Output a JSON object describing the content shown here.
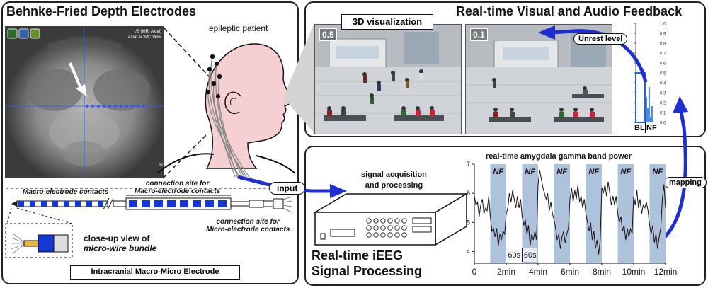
{
  "left_panel": {
    "title": "Behnke-Fried Depth Electrodes",
    "mri_overlay_line1": "I/S (MR; Axial)",
    "mri_overlay_line2": "Axial AC/PC View",
    "patient_label": "epileptic patient",
    "macro_contacts_label": "Macro-electrode contacts",
    "connection_macro_line1": "connection site for",
    "connection_macro_line2": "Macro-electrode contacts",
    "connection_micro_line1": "connection site for",
    "connection_micro_line2": "Micro-electrode contacts",
    "closeup_line1": "close-up view of",
    "closeup_line2": "micro-wire bundle",
    "caption": "Intracranial Macro-Micro Electrode"
  },
  "right_top_panel": {
    "title": "Real-time Visual and Audio Feedback",
    "viz_label": "3D visualization",
    "scene1_value": "0.5",
    "scene2_value": "0.1",
    "unrest_label": "Unrest level",
    "bar_ticks": [
      "1.0",
      "0.9",
      "0.8",
      "0.7",
      "0.6",
      "0.5",
      "0.4",
      "0.3",
      "0.2",
      "0.1",
      "0.0"
    ],
    "bl_label": "BL",
    "nf_label": "NF"
  },
  "right_bottom_panel": {
    "title_line1": "Real-time iEEG",
    "title_line2": "Signal Processing",
    "acq_line1": "signal acquisition",
    "acq_line2": "and processing",
    "input_label": "input",
    "mapping_label": "mapping"
  },
  "chart_data": {
    "type": "line",
    "title": "real-time amygdala gamma band power",
    "xlabel": "",
    "ylabel": "",
    "xlim": [
      0,
      12
    ],
    "ylim": [
      3.6,
      7
    ],
    "x_ticks": [
      "0",
      "2min",
      "4min",
      "6min",
      "8min",
      "10min",
      "12min"
    ],
    "y_ticks": [
      "4",
      "5",
      "6",
      "7"
    ],
    "nf_blocks": [
      [
        1,
        2
      ],
      [
        3,
        4
      ],
      [
        5,
        6
      ],
      [
        7,
        8
      ],
      [
        9,
        10
      ],
      [
        11,
        12
      ]
    ],
    "nf_block_label": "NF",
    "duration_labels": [
      "60s",
      "60s"
    ],
    "series": [
      {
        "values": [
          [
            0,
            5.9
          ],
          [
            0.1,
            5.6
          ],
          [
            0.2,
            5.7
          ],
          [
            0.3,
            5.2
          ],
          [
            0.4,
            5.6
          ],
          [
            0.5,
            5.8
          ],
          [
            0.6,
            5.3
          ],
          [
            0.7,
            5.5
          ],
          [
            0.8,
            5.4
          ],
          [
            0.9,
            5.9
          ],
          [
            1.0,
            5.2
          ],
          [
            1.1,
            4.7
          ],
          [
            1.2,
            4.8
          ],
          [
            1.3,
            4.5
          ],
          [
            1.4,
            4.8
          ],
          [
            1.5,
            4.2
          ],
          [
            1.6,
            4.6
          ],
          [
            1.7,
            4.4
          ],
          [
            1.8,
            4.7
          ],
          [
            1.9,
            4.6
          ],
          [
            2.0,
            5.3
          ],
          [
            2.1,
            5.5
          ],
          [
            2.2,
            6.0
          ],
          [
            2.3,
            5.7
          ],
          [
            2.4,
            6.1
          ],
          [
            2.5,
            5.8
          ],
          [
            2.6,
            5.5
          ],
          [
            2.7,
            5.9
          ],
          [
            2.8,
            5.5
          ],
          [
            2.9,
            5.8
          ],
          [
            3.0,
            5.2
          ],
          [
            3.1,
            4.9
          ],
          [
            3.2,
            5.1
          ],
          [
            3.3,
            4.6
          ],
          [
            3.4,
            4.9
          ],
          [
            3.5,
            4.2
          ],
          [
            3.6,
            4.6
          ],
          [
            3.7,
            4.4
          ],
          [
            3.8,
            4.7
          ],
          [
            3.9,
            4.4
          ],
          [
            4.0,
            6.3
          ],
          [
            4.1,
            6.8
          ],
          [
            4.2,
            6.5
          ],
          [
            4.3,
            6.2
          ],
          [
            4.4,
            6.0
          ],
          [
            4.5,
            5.8
          ],
          [
            4.6,
            6.0
          ],
          [
            4.7,
            5.4
          ],
          [
            4.8,
            5.7
          ],
          [
            4.9,
            5.3
          ],
          [
            5.0,
            5.1
          ],
          [
            5.1,
            4.8
          ],
          [
            5.2,
            4.4
          ],
          [
            5.3,
            4.6
          ],
          [
            5.4,
            4.1
          ],
          [
            5.5,
            4.5
          ],
          [
            5.6,
            4.7
          ],
          [
            5.7,
            4.3
          ],
          [
            5.8,
            4.6
          ],
          [
            5.9,
            4.8
          ],
          [
            6.0,
            5.8
          ],
          [
            6.1,
            6.2
          ],
          [
            6.2,
            5.7
          ],
          [
            6.3,
            6.1
          ],
          [
            6.4,
            5.8
          ],
          [
            6.5,
            6.3
          ],
          [
            6.6,
            5.7
          ],
          [
            6.7,
            5.9
          ],
          [
            6.8,
            5.5
          ],
          [
            6.9,
            5.8
          ],
          [
            7.0,
            5.3
          ],
          [
            7.1,
            5.0
          ],
          [
            7.2,
            4.7
          ],
          [
            7.3,
            5.0
          ],
          [
            7.4,
            4.4
          ],
          [
            7.5,
            4.7
          ],
          [
            7.6,
            4.1
          ],
          [
            7.7,
            4.4
          ],
          [
            7.8,
            3.9
          ],
          [
            7.9,
            4.4
          ],
          [
            8.0,
            6.2
          ],
          [
            8.1,
            6.0
          ],
          [
            8.2,
            6.3
          ],
          [
            8.3,
            5.9
          ],
          [
            8.4,
            6.4
          ],
          [
            8.5,
            6.0
          ],
          [
            8.6,
            5.6
          ],
          [
            8.7,
            5.9
          ],
          [
            8.8,
            5.6
          ],
          [
            8.9,
            5.9
          ],
          [
            9.0,
            5.3
          ],
          [
            9.1,
            5.0
          ],
          [
            9.2,
            5.2
          ],
          [
            9.3,
            4.7
          ],
          [
            9.4,
            4.9
          ],
          [
            9.5,
            4.4
          ],
          [
            9.6,
            4.8
          ],
          [
            9.7,
            4.5
          ],
          [
            9.8,
            4.8
          ],
          [
            9.9,
            4.6
          ],
          [
            10.0,
            5.9
          ],
          [
            10.1,
            5.6
          ],
          [
            10.2,
            6.1
          ],
          [
            10.3,
            5.5
          ],
          [
            10.4,
            5.8
          ],
          [
            10.5,
            5.3
          ],
          [
            10.6,
            5.6
          ],
          [
            10.7,
            5.5
          ],
          [
            10.8,
            5.7
          ],
          [
            10.9,
            5.4
          ],
          [
            11.0,
            4.9
          ],
          [
            11.1,
            4.6
          ],
          [
            11.2,
            4.9
          ],
          [
            11.3,
            4.3
          ],
          [
            11.4,
            4.6
          ],
          [
            11.5,
            4.1
          ],
          [
            11.6,
            4.5
          ],
          [
            11.7,
            4.8
          ],
          [
            11.8,
            5.8
          ],
          [
            11.9,
            6.3
          ],
          [
            12.0,
            5.5
          ]
        ]
      }
    ]
  },
  "colors": {
    "arrow_blue": "#1f2fcf",
    "nf_band": "#aec2dc",
    "skin": "#f6cfd2",
    "electrode_blue": "#1537d6"
  }
}
